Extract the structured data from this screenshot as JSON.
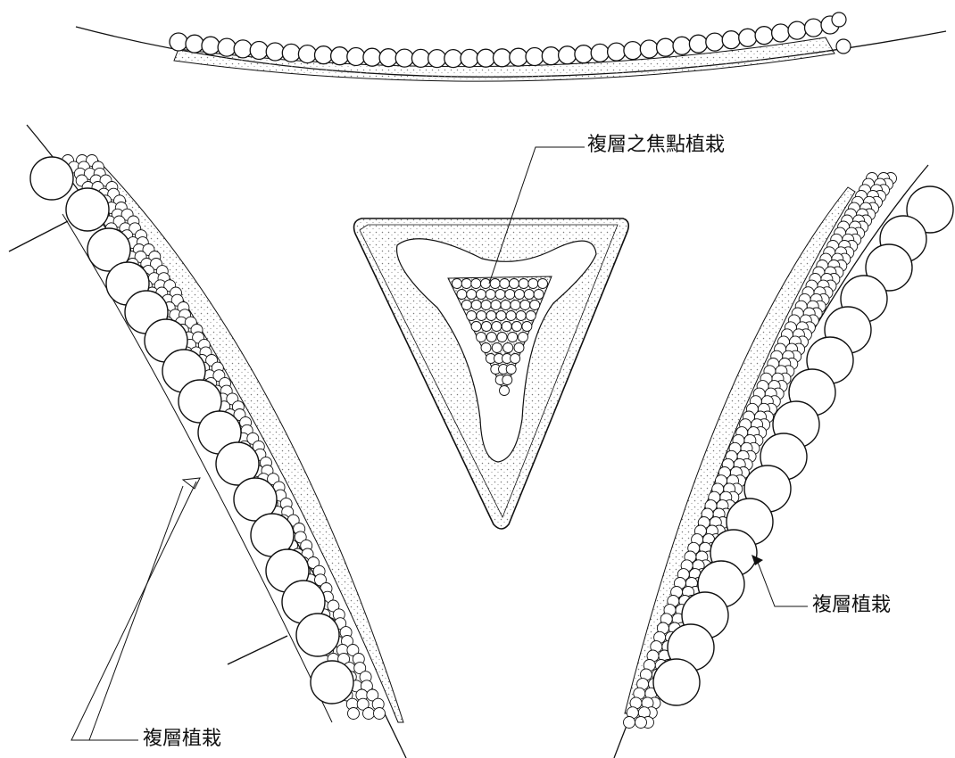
{
  "labels": {
    "focal_planting": "複層之焦點植栽",
    "layered_planting_right": "複層植栽",
    "layered_planting_left": "複層植栽"
  },
  "colors": {
    "ink": "#111111",
    "stipple": "#8a8a8a",
    "shrub_fill": "#ffffff"
  }
}
